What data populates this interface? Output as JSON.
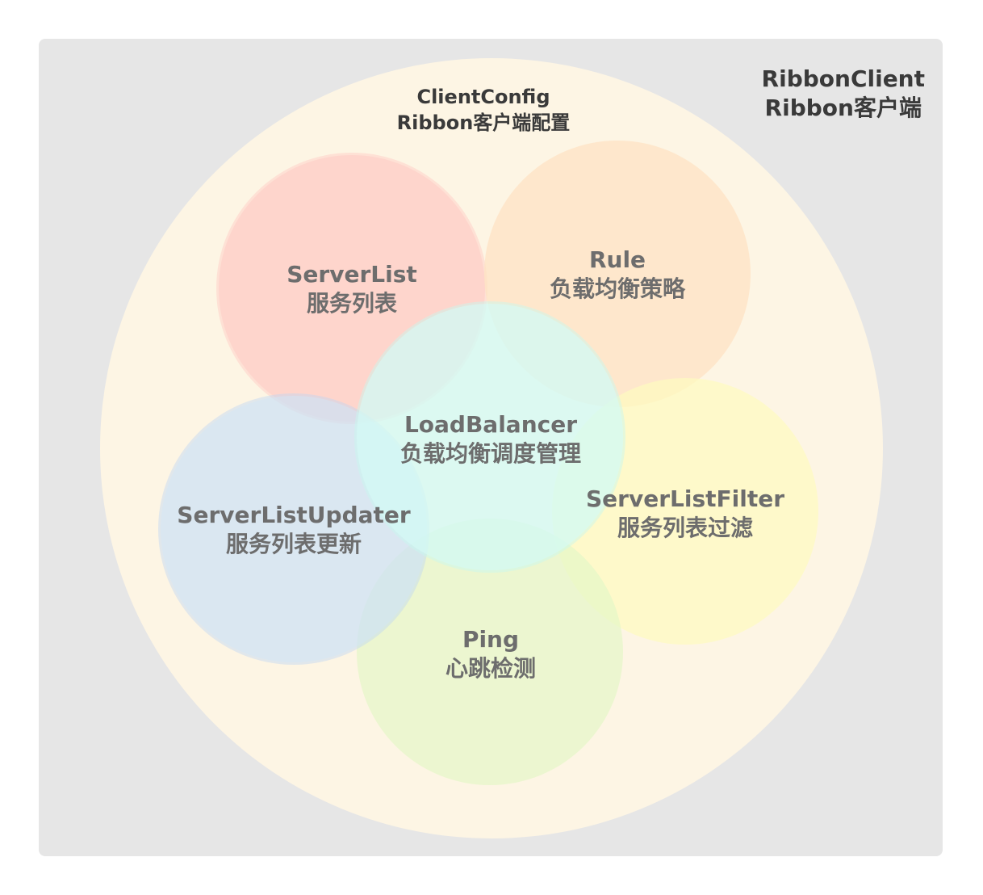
{
  "ribbon_client": {
    "title_en": "RibbonClient",
    "title_zh": "Ribbon客户端"
  },
  "client_config": {
    "title_en": "ClientConfig",
    "title_zh": "Ribbon客户端配置"
  },
  "components": {
    "server_list": {
      "name": "ServerList",
      "desc": "服务列表",
      "color": "#ffc9c3"
    },
    "rule": {
      "name": "Rule",
      "desc": "负载均衡策略",
      "color": "#fde2c2"
    },
    "load_balancer": {
      "name": "LoadBalancer",
      "desc": "负载均衡调度管理",
      "color": "#d3fbf5"
    },
    "server_list_updater": {
      "name": "ServerListUpdater",
      "desc": "服务列表更新",
      "color": "#cde2f6"
    },
    "server_list_filter": {
      "name": "ServerListFilter",
      "desc": "服务列表过滤",
      "color": "#fdfbbf"
    },
    "ping": {
      "name": "Ping",
      "desc": "心跳检测",
      "color": "#e4f6c7"
    }
  }
}
